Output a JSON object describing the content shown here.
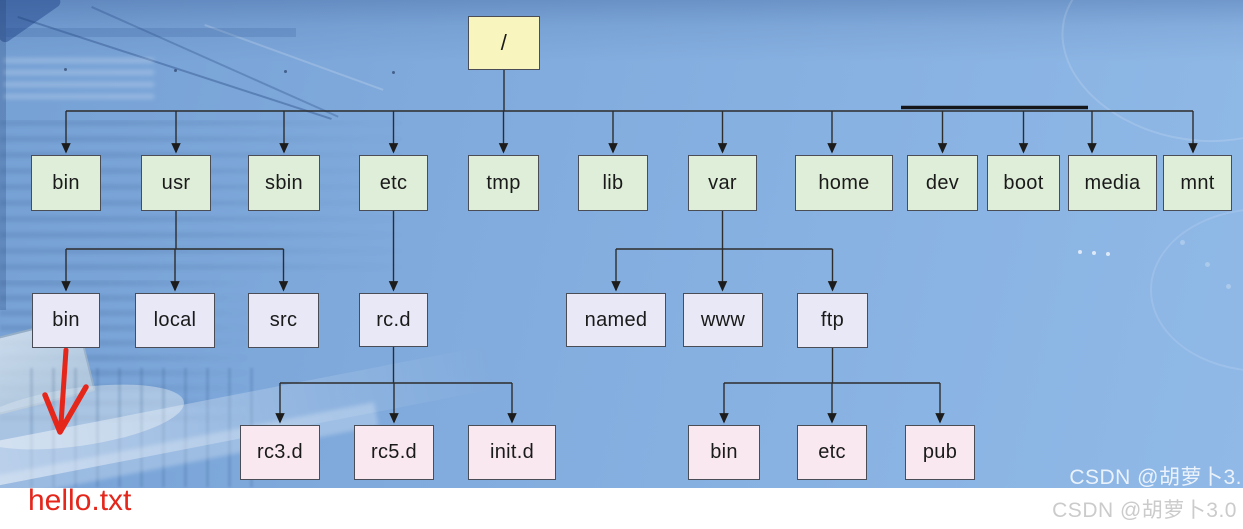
{
  "tree": {
    "root": "/",
    "level2": [
      "bin",
      "usr",
      "sbin",
      "etc",
      "tmp",
      "lib",
      "var",
      "home",
      "dev",
      "boot",
      "media",
      "mnt"
    ],
    "usr_children": [
      "bin",
      "local",
      "src"
    ],
    "etc_children": [
      "rc.d"
    ],
    "var_children": [
      "named",
      "www",
      "ftp"
    ],
    "rcd_children": [
      "rc3.d",
      "rc5.d",
      "init.d"
    ],
    "ftp_children": [
      "bin",
      "etc",
      "pub"
    ]
  },
  "annotation": {
    "label": "hello.txt"
  },
  "watermark": {
    "overlay": "CSDN @胡萝卜3.",
    "footer": "CSDN @胡萝卜3.0"
  },
  "colors": {
    "root_fill": "#f8f5bf",
    "level2_fill": "#dfeed9",
    "level3_fill": "#e8e8f6",
    "level4_fill": "#f9e8f0",
    "box_border": "#4a4d55",
    "connector": "#2d2d2d",
    "annotation_red": "#e4261b",
    "background_blue": "#87b1e1"
  }
}
